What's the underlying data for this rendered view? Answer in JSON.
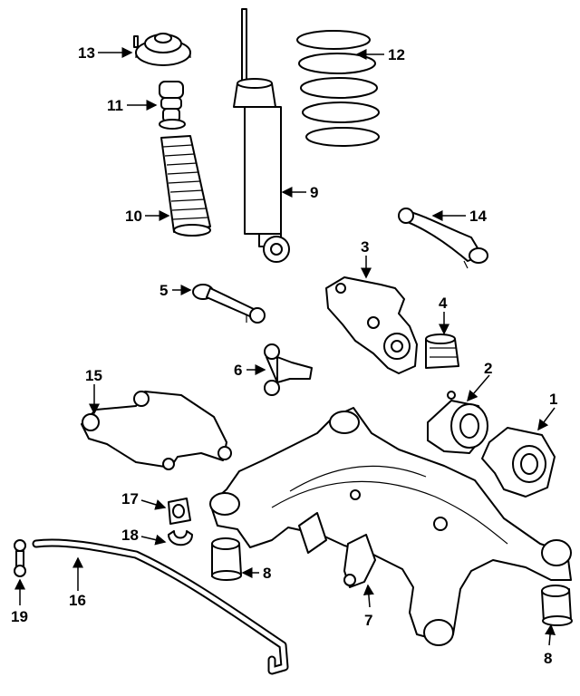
{
  "callouts": {
    "c1": "1",
    "c2": "2",
    "c3": "3",
    "c4": "4",
    "c5": "5",
    "c6": "6",
    "c7": "7",
    "c8a": "8",
    "c8b": "8",
    "c9": "9",
    "c10": "10",
    "c11": "11",
    "c12": "12",
    "c13": "13",
    "c14": "14",
    "c15": "15",
    "c16": "16",
    "c17": "17",
    "c18": "18",
    "c19": "19"
  }
}
